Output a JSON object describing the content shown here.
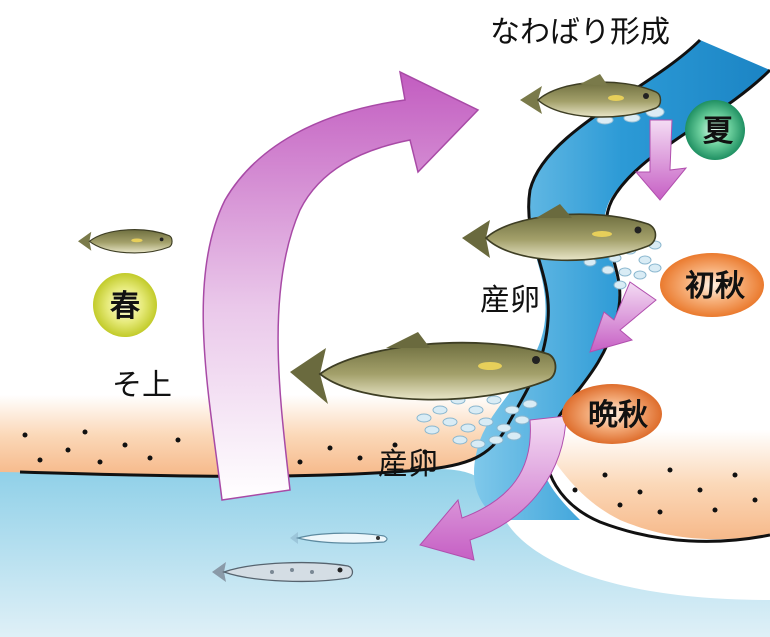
{
  "labels": {
    "territory": "なわばり形成",
    "upstream": "そ上",
    "spawning_upper": "産卵",
    "spawning_lower": "産卵"
  },
  "seasons": {
    "spring": {
      "label": "春",
      "color": "#c9d23a"
    },
    "summer": {
      "label": "夏",
      "color": "#2e9a6a"
    },
    "early_autumn": {
      "label": "初秋",
      "color": "#f08a3c"
    },
    "late_autumn": {
      "label": "晩秋",
      "color": "#e07a38"
    }
  },
  "colors": {
    "river": "#2f9ed8",
    "sea": "#bde0ee",
    "land": "#f8c89e",
    "arrow": "#c76cc4",
    "fish_body": "#8a8a5a"
  }
}
